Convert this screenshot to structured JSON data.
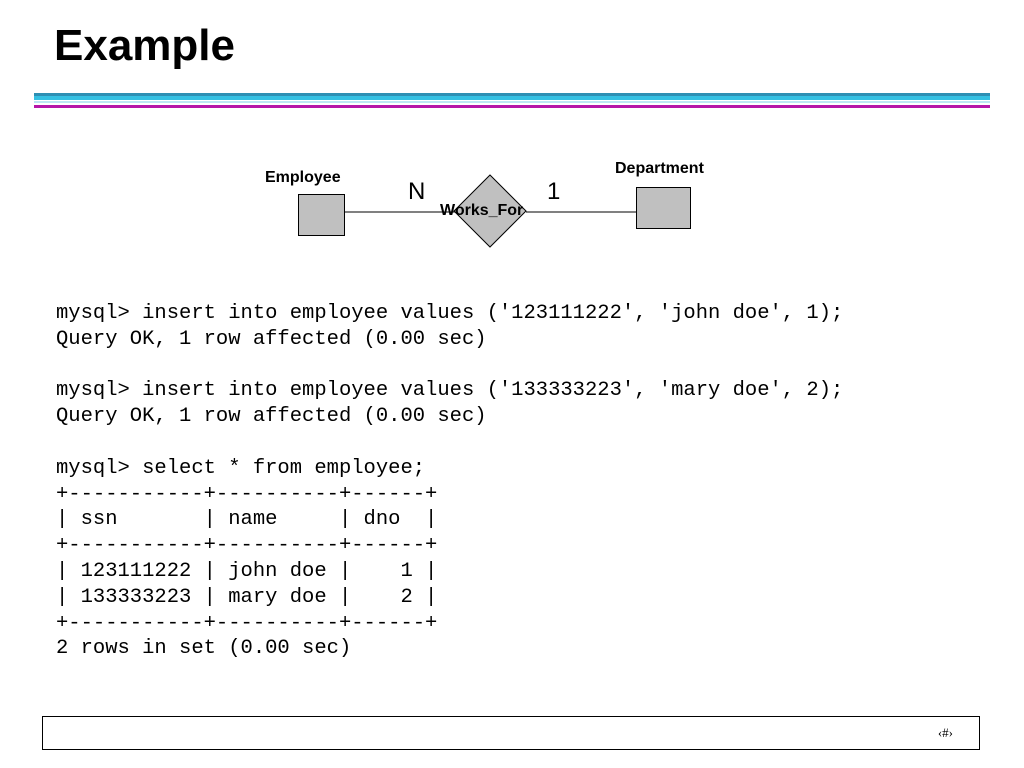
{
  "slide": {
    "title": "Example",
    "page_number": "‹#›"
  },
  "er_diagram": {
    "entity_left": "Employee",
    "entity_right": "Department",
    "relationship": "Works_For",
    "cardinality_left": "N",
    "cardinality_right": "1",
    "colors": {
      "entity_fill": "#c0c0c0",
      "stroke": "#000000"
    }
  },
  "console": {
    "lines": [
      "mysql> insert into employee values ('123111222', 'john doe', 1);",
      "Query OK, 1 row affected (0.00 sec)",
      "",
      "mysql> insert into employee values ('133333223', 'mary doe', 2);",
      "Query OK, 1 row affected (0.00 sec)",
      "",
      "mysql> select * from employee;",
      "+-----------+----------+------+",
      "| ssn       | name     | dno  |",
      "+-----------+----------+------+",
      "| 123111222 | john doe |    1 |",
      "| 133333223 | mary doe |    2 |",
      "+-----------+----------+------+",
      "2 rows in set (0.00 sec)"
    ]
  },
  "colors": {
    "rule_dark_teal": "#2e8fb3",
    "rule_cyan": "#35c0e2",
    "rule_light": "#bde7f4",
    "rule_magenta": "#b616a8"
  }
}
